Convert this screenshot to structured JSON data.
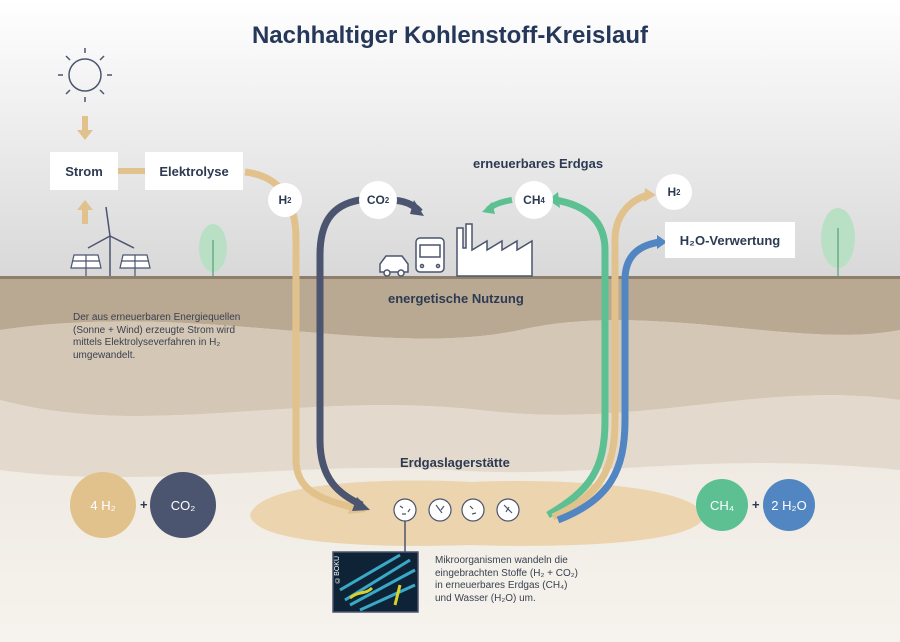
{
  "title": "Nachhaltiger Kohlenstoff-Kreislauf",
  "boxes": {
    "strom": "Strom",
    "elektrolyse": "Elektrolyse",
    "h2o_verwertung": "H₂O-Verwertung"
  },
  "bubbles": {
    "h2_left": {
      "base": "H",
      "sub": "2"
    },
    "co2": {
      "base": "CO",
      "sub": "2"
    },
    "ch4": {
      "base": "CH",
      "sub": "4"
    },
    "h2_right": {
      "base": "H",
      "sub": "2"
    }
  },
  "labels": {
    "erneuerbares_erdgas": "erneuerbares Erdgas",
    "energetische_nutzung": "energetische Nutzung",
    "erdgaslagerstaette": "Erdgaslagerstätte"
  },
  "notes": {
    "left": "Der aus erneuerbaren Energiequellen (Sonne + Wind) erzeugte Strom wird mittels Elektrolyseverfahren in H₂ umgewandelt.",
    "bottom": "Mikroorganismen wandeln die eingebrachten Stoffe (H₂ + CO₂) in erneuerbares Erdgas (CH₄) und Wasser (H₂O) um.",
    "photo_credit": "©BOKU"
  },
  "equation_left": {
    "a": "4 H₂",
    "plus": "+",
    "b": "CO₂"
  },
  "equation_right": {
    "a": "CH₄",
    "plus": "+",
    "b": "2 H₂O"
  },
  "colors": {
    "tan": "#e2c28c",
    "navy": "#4b556f",
    "green": "#5cc093",
    "blue": "#5286c2",
    "title": "#26385a"
  }
}
